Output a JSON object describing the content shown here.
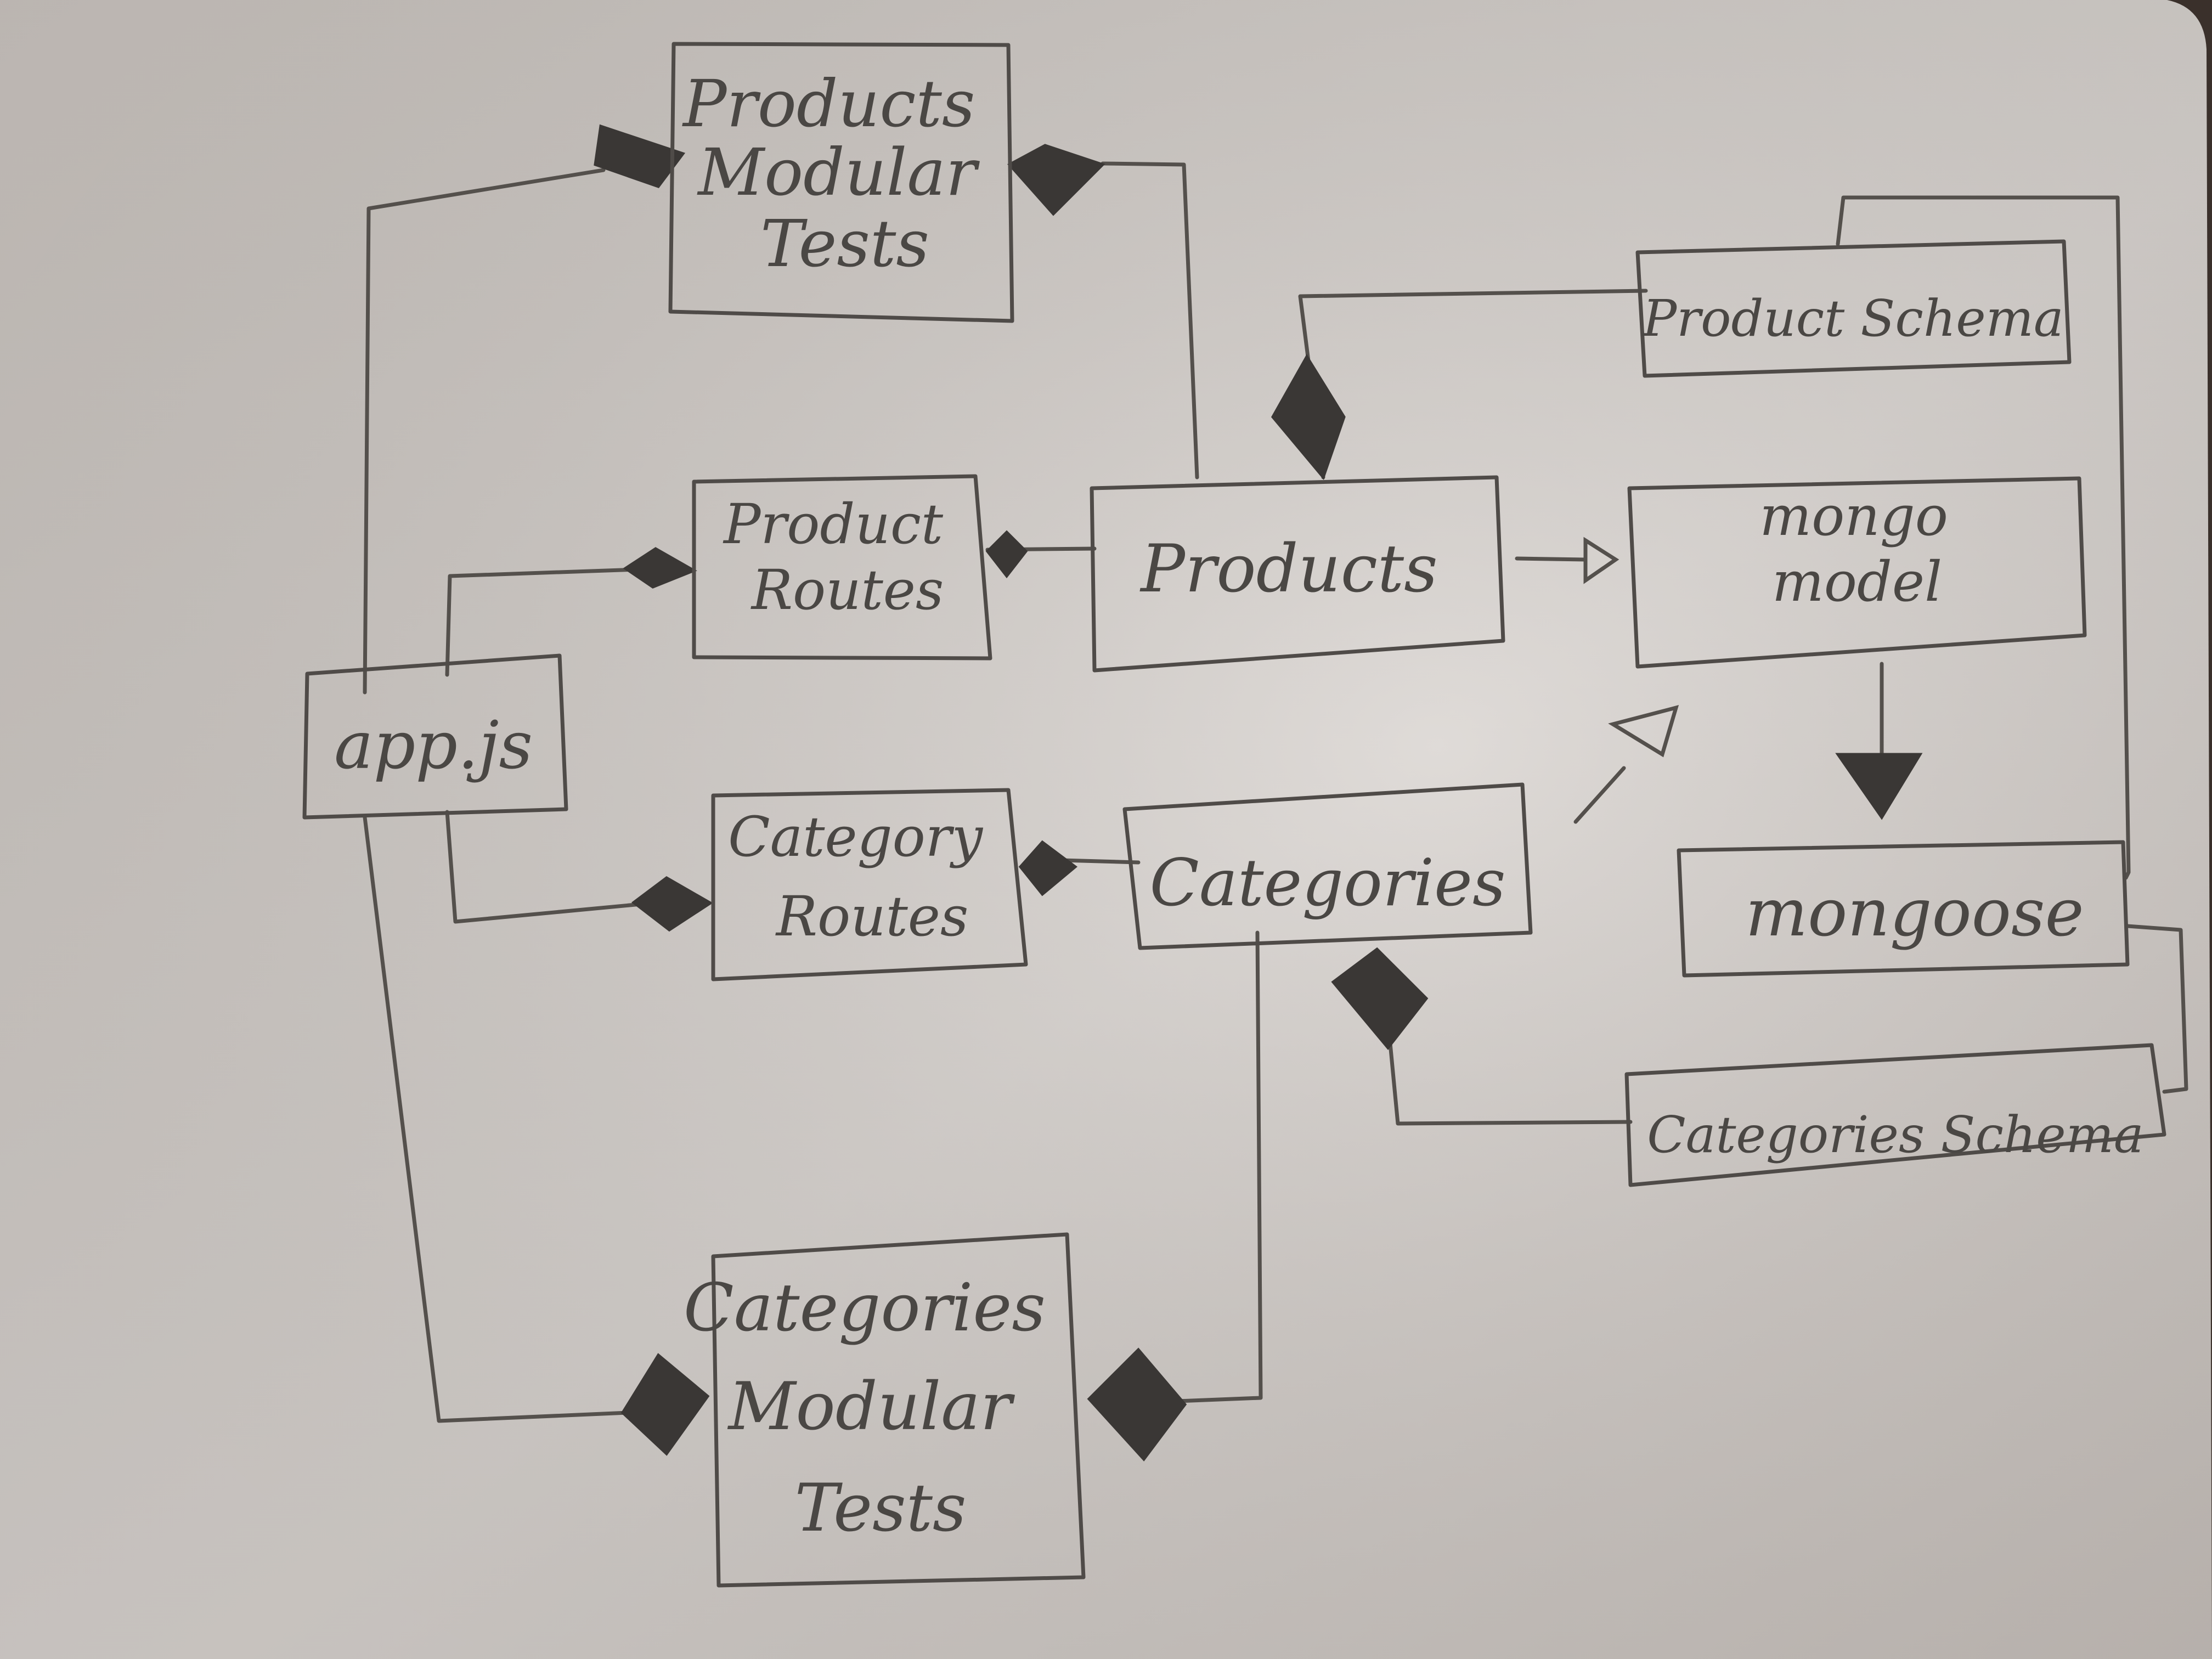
{
  "diagram": {
    "nodes": {
      "app_js": {
        "lines": [
          "app.js"
        ]
      },
      "products_modular_tests": {
        "lines": [
          "Products",
          "Modular",
          "Tests"
        ]
      },
      "product_routes": {
        "lines": [
          "Product",
          "Routes"
        ]
      },
      "products": {
        "lines": [
          "Products"
        ]
      },
      "product_schema": {
        "lines": [
          "Product Schema"
        ]
      },
      "mongo_model": {
        "lines": [
          "mongo",
          "model"
        ]
      },
      "mongoose": {
        "lines": [
          "mongoose"
        ]
      },
      "category_routes": {
        "lines": [
          "Category",
          "Routes"
        ]
      },
      "categories": {
        "lines": [
          "Categories"
        ]
      },
      "categories_schema": {
        "lines": [
          "Categories Schema"
        ]
      },
      "categories_modular_tests": {
        "lines": [
          "Categories",
          "Modular",
          "Tests"
        ]
      }
    },
    "edges": [
      {
        "from": "products_modular_tests",
        "to": "app_js",
        "head": "filled-diamond"
      },
      {
        "from": "products_modular_tests",
        "to": "products",
        "head": "filled-diamond"
      },
      {
        "from": "product_routes",
        "to": "app_js",
        "head": "filled-diamond"
      },
      {
        "from": "product_routes",
        "to": "products",
        "head": "filled-diamond"
      },
      {
        "from": "products",
        "to": "product_schema",
        "head": "filled-diamond"
      },
      {
        "from": "products",
        "to": "mongo_model",
        "head": "hollow-triangle"
      },
      {
        "from": "mongo_model",
        "to": "mongoose",
        "head": "filled-triangle"
      },
      {
        "from": "product_schema",
        "to": "mongoose",
        "head": "none"
      },
      {
        "from": "category_routes",
        "to": "app_js",
        "head": "filled-diamond"
      },
      {
        "from": "category_routes",
        "to": "categories",
        "head": "filled-diamond"
      },
      {
        "from": "categories",
        "to": "mongo_model",
        "head": "hollow-triangle"
      },
      {
        "from": "categories",
        "to": "categories_schema",
        "head": "filled-diamond"
      },
      {
        "from": "categories_schema",
        "to": "mongoose",
        "head": "none"
      },
      {
        "from": "categories_modular_tests",
        "to": "app_js",
        "head": "filled-diamond"
      },
      {
        "from": "categories_modular_tests",
        "to": "categories",
        "head": "filled-diamond"
      }
    ]
  }
}
